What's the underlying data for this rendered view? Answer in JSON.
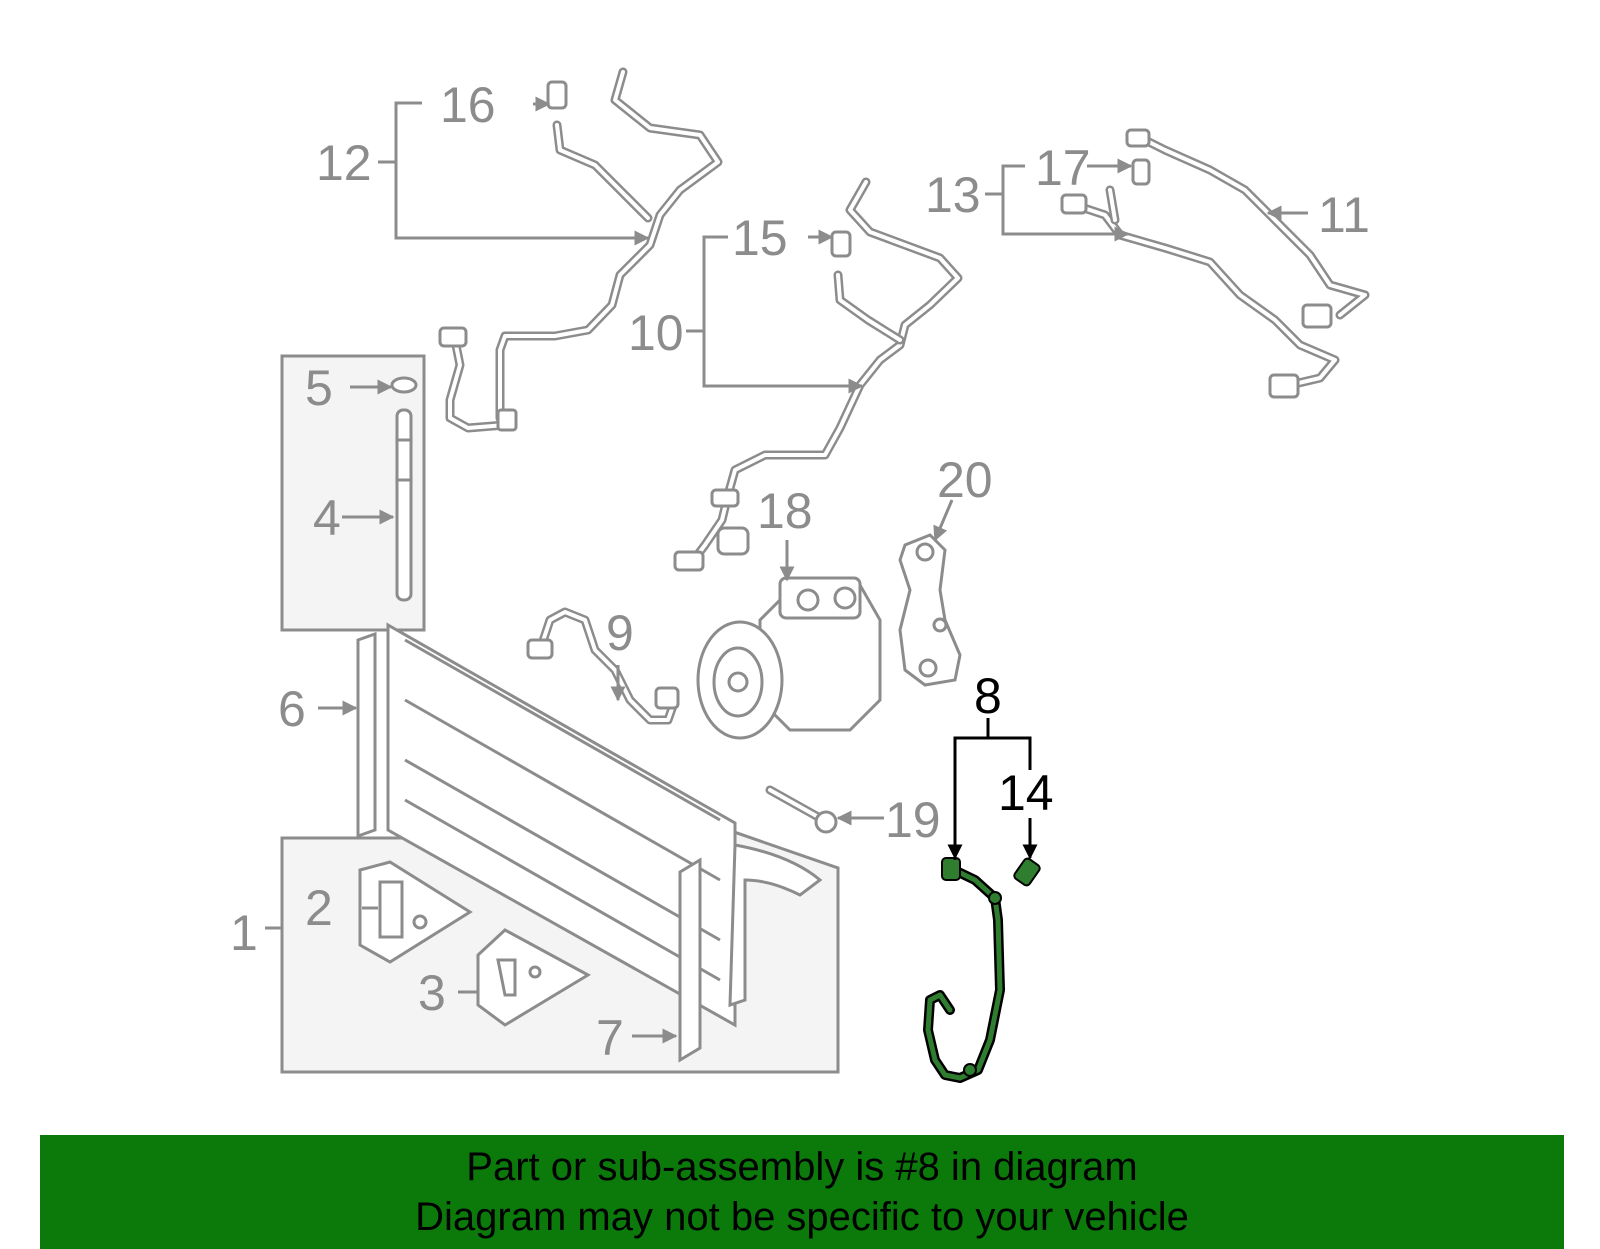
{
  "diagram": {
    "labels": {
      "l1": "1",
      "l2": "2",
      "l3": "3",
      "l4": "4",
      "l5": "5",
      "l6": "6",
      "l7": "7",
      "l8": "8",
      "l9": "9",
      "l10": "10",
      "l11": "11",
      "l12": "12",
      "l13": "13",
      "l14": "14",
      "l15": "15",
      "l16": "16",
      "l17": "17",
      "l18": "18",
      "l19": "19",
      "l20": "20"
    },
    "highlight_color": "#2f7d2f"
  },
  "banner": {
    "line1": "Part or sub-assembly is #8 in diagram",
    "line2": "Diagram may not be specific to your vehicle",
    "color": "#0b7a0b"
  }
}
